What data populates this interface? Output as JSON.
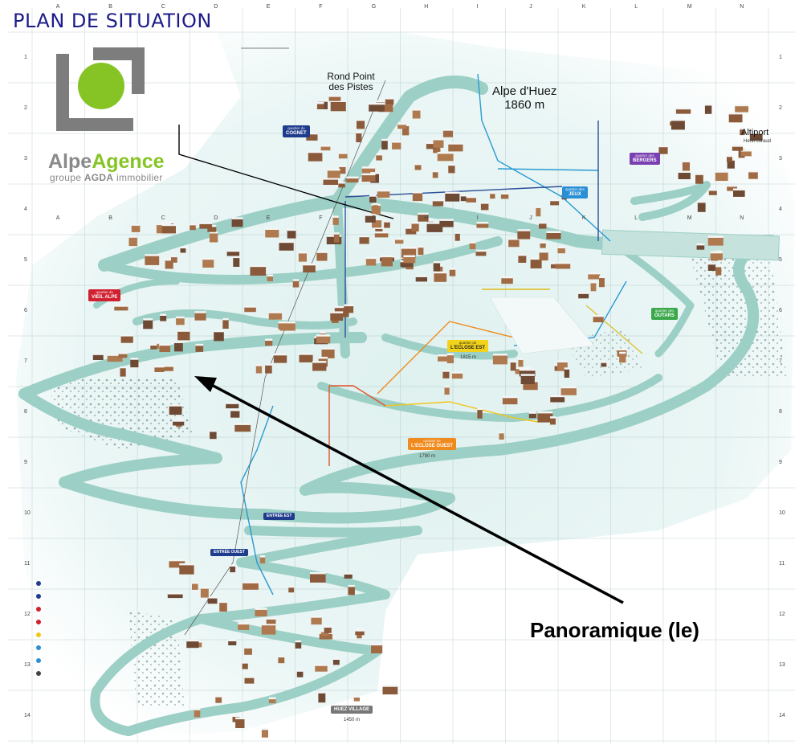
{
  "title": "PLAN DE SITUATION",
  "agency": {
    "name_part1": "Alpe",
    "name_part2": "Agence",
    "group_prefix": "groupe",
    "group_name": "AGDA",
    "group_suffix": "immobilier",
    "colors": {
      "grey": "#8a8a8a",
      "green": "#86c426"
    }
  },
  "resort": {
    "name": "Alpe d'Huez",
    "altitude": "1860 m"
  },
  "places": {
    "rond_point": "Rond Point des Pistes",
    "altiport": "Altiport",
    "altiport_sub": "Henri Giraud",
    "huez_altitude": "1450 m"
  },
  "quartiers": [
    {
      "key": "cognet",
      "label": "COGNET",
      "prefix": "quartier du",
      "color": "#1f3c8c"
    },
    {
      "key": "bergers",
      "label": "BERGERS",
      "prefix": "quartier des",
      "color": "#7a3fb0"
    },
    {
      "key": "jeux",
      "label": "JEUX",
      "prefix": "quartier des",
      "color": "#2b8fd6"
    },
    {
      "key": "vieil_alpe",
      "label": "VIEIL ALPE",
      "prefix": "quartier du",
      "color": "#d02030"
    },
    {
      "key": "outars",
      "label": "OUTARS",
      "prefix": "quartier des",
      "color": "#3aa84a"
    },
    {
      "key": "eclose_est",
      "label": "L'ECLOSE EST",
      "prefix": "quartier de",
      "color": "#f2d21a",
      "altitude": "1815 m"
    },
    {
      "key": "eclose_ouest",
      "label": "L'ECLOSE OUEST",
      "prefix": "quartier de",
      "color": "#f08a1c",
      "altitude": "1790 m"
    },
    {
      "key": "huez_village",
      "label": "HUEZ VILLAGE",
      "prefix": "",
      "color": "#777777"
    }
  ],
  "entrances": {
    "entree_est": "ENTRÉE EST",
    "entree_ouest": "ENTRÉE OUEST"
  },
  "annotation": "Panoramique (le)",
  "grid": {
    "cols": [
      "A",
      "B",
      "C",
      "D",
      "E",
      "F",
      "G",
      "H",
      "I",
      "J",
      "K",
      "L",
      "M",
      "N"
    ],
    "rows": [
      "1",
      "2",
      "3",
      "4",
      "5",
      "6",
      "7",
      "8",
      "9",
      "10",
      "11",
      "12",
      "13",
      "14"
    ]
  }
}
